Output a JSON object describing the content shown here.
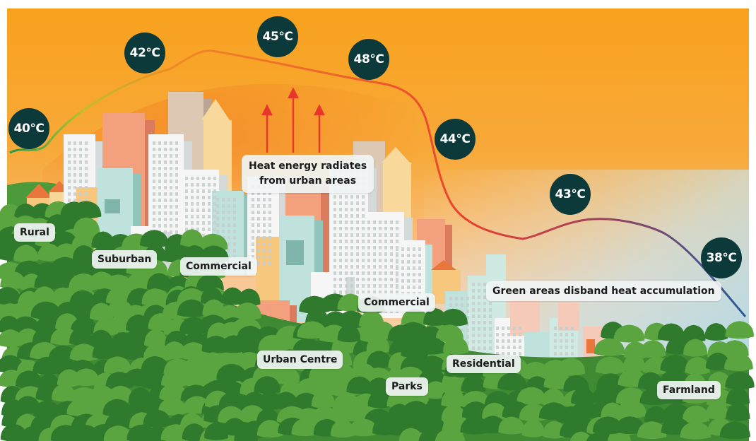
{
  "temperatures": [
    {
      "id": "rural",
      "value": "40°C"
    },
    {
      "id": "suburban",
      "value": "42°C"
    },
    {
      "id": "urban-centre",
      "value": "45°C"
    },
    {
      "id": "commercial",
      "value": "48°C"
    },
    {
      "id": "downtown-edge",
      "value": "44°C"
    },
    {
      "id": "residential",
      "value": "43°C"
    },
    {
      "id": "farmland",
      "value": "38°C"
    }
  ],
  "callouts": {
    "heat_line1": "Heat energy radiates",
    "heat_line2": "from urban areas",
    "green": "Green areas disband heat accumulation"
  },
  "zones": {
    "rural": "Rural",
    "suburban": "Suburban",
    "commercial_1": "Commercial",
    "commercial_2": "Commercial",
    "urban_centre": "Urban Centre",
    "parks": "Parks",
    "residential": "Residential",
    "farmland": "Farmland"
  },
  "colors": {
    "sky_top": "#f8a21c",
    "sky_low": "#f9d4a8",
    "sky_blue": "#a9d9ec",
    "badge": "#0c3a3a",
    "arrow": "#e8372a",
    "tree_dark": "#2f7a2c",
    "tree_light": "#5aa53f"
  }
}
